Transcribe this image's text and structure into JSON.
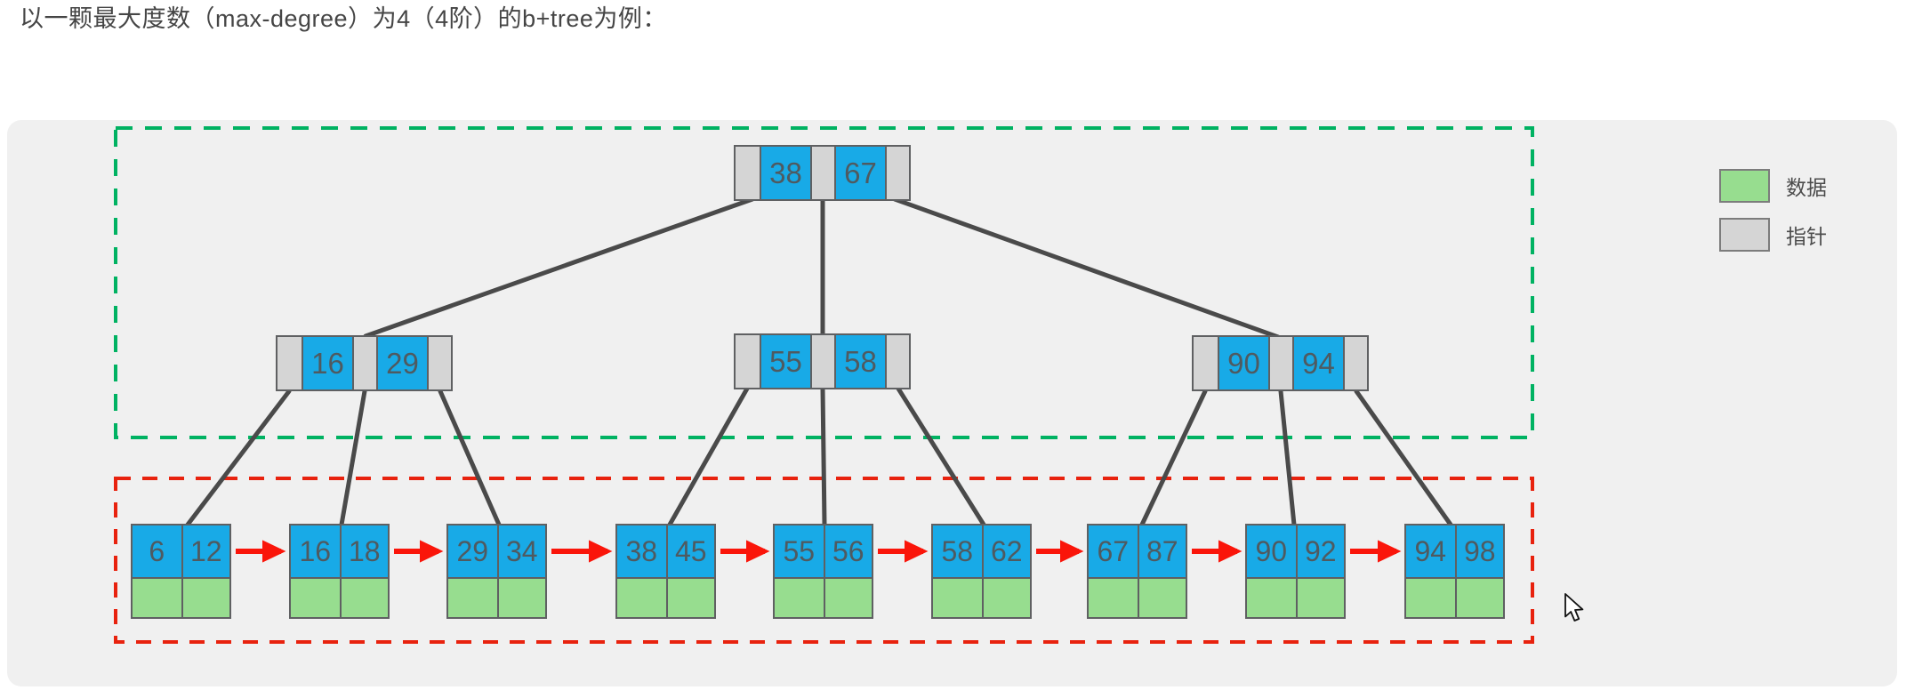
{
  "title": "以一颗最大度数（max-degree）为4（4阶）的b+tree为例：",
  "legend": {
    "items": [
      {
        "label": "数据",
        "swatch": "green"
      },
      {
        "label": "指针",
        "swatch": "gray"
      }
    ]
  },
  "tree": {
    "type": "b+tree",
    "root": {
      "keys": [
        "38",
        "67"
      ]
    },
    "internal_nodes": [
      {
        "keys": [
          "16",
          "29"
        ]
      },
      {
        "keys": [
          "55",
          "58"
        ]
      },
      {
        "keys": [
          "90",
          "94"
        ]
      }
    ],
    "leaf_nodes": [
      {
        "keys": [
          "6",
          "12"
        ]
      },
      {
        "keys": [
          "16",
          "18"
        ]
      },
      {
        "keys": [
          "29",
          "34"
        ]
      },
      {
        "keys": [
          "38",
          "45"
        ]
      },
      {
        "keys": [
          "55",
          "56"
        ]
      },
      {
        "keys": [
          "58",
          "62"
        ]
      },
      {
        "keys": [
          "67",
          "87"
        ]
      },
      {
        "keys": [
          "90",
          "92"
        ]
      },
      {
        "keys": [
          "94",
          "98"
        ]
      }
    ]
  },
  "colors": {
    "key_cell_blue": "#18AAE7",
    "pointer_cell_gray": "#D5D5D5",
    "data_cell_green": "#97DD8F",
    "cell_border": "#5F6062",
    "key_text": "#4F5A60",
    "edge_gray": "#4A4A4A",
    "leaf_link_red": "#FA150A",
    "index_dashed_green": "#00B262",
    "leaf_dashed_red": "#E8220E",
    "panel_bg": "#F0F0F0",
    "title_text": "#454545",
    "legend_text": "#4C4C4C"
  }
}
